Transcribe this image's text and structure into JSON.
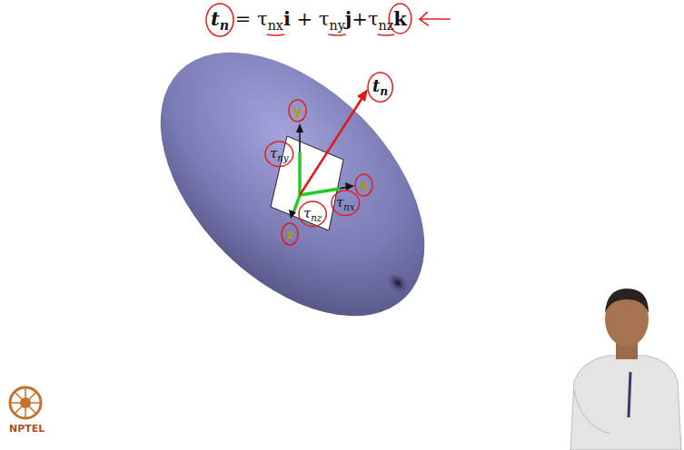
{
  "diagram": {
    "labels": [
      "t",
      "n",
      " = τ",
      "nx",
      "i",
      " + τ",
      "ny",
      "j",
      "+τ",
      "nz",
      "k",
      "y",
      "x",
      "z",
      "t",
      "n",
      "τ",
      "ny",
      "τ",
      "nx",
      "τ",
      "nz",
      "NPTEL"
    ]
  }
}
